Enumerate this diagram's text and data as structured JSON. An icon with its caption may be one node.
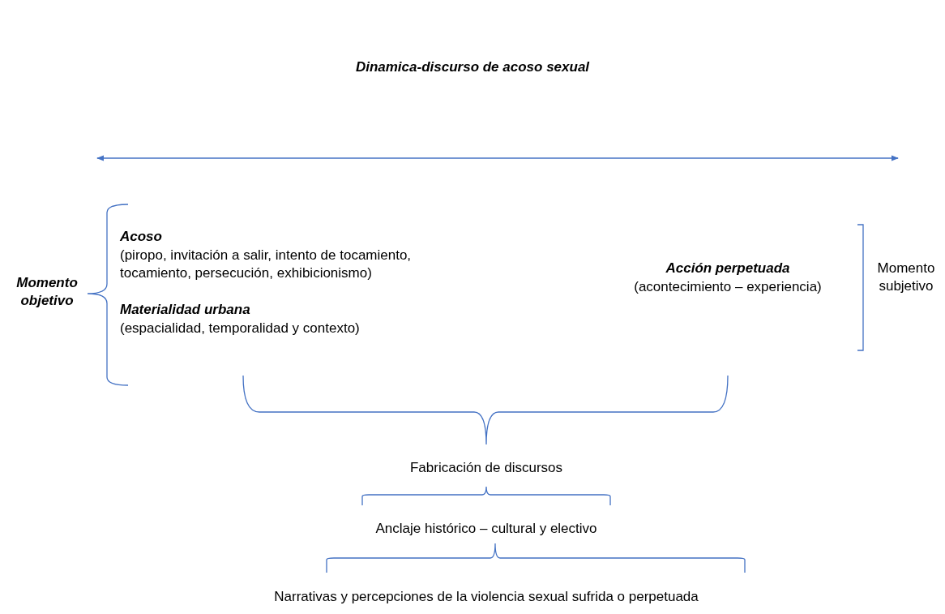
{
  "diagram": {
    "title": "Dinamica-discurso de acoso sexual",
    "labels": [
      "Momento objetivo",
      "Acoso",
      "(piropo, invitación a salir, intento de tocamiento, tocamiento, persecución, exhibicionismo)",
      "Materialidad urbana",
      "(espacialidad, temporalidad y contexto)",
      "Acción perpetuada",
      "(acontecimiento – experiencia)",
      "Momento subjetivo",
      "Fabricación de discursos",
      "Anclaje histórico – cultural y electivo",
      "Narrativas y percepciones de la violencia sexual sufrida o perpetuada"
    ]
  }
}
